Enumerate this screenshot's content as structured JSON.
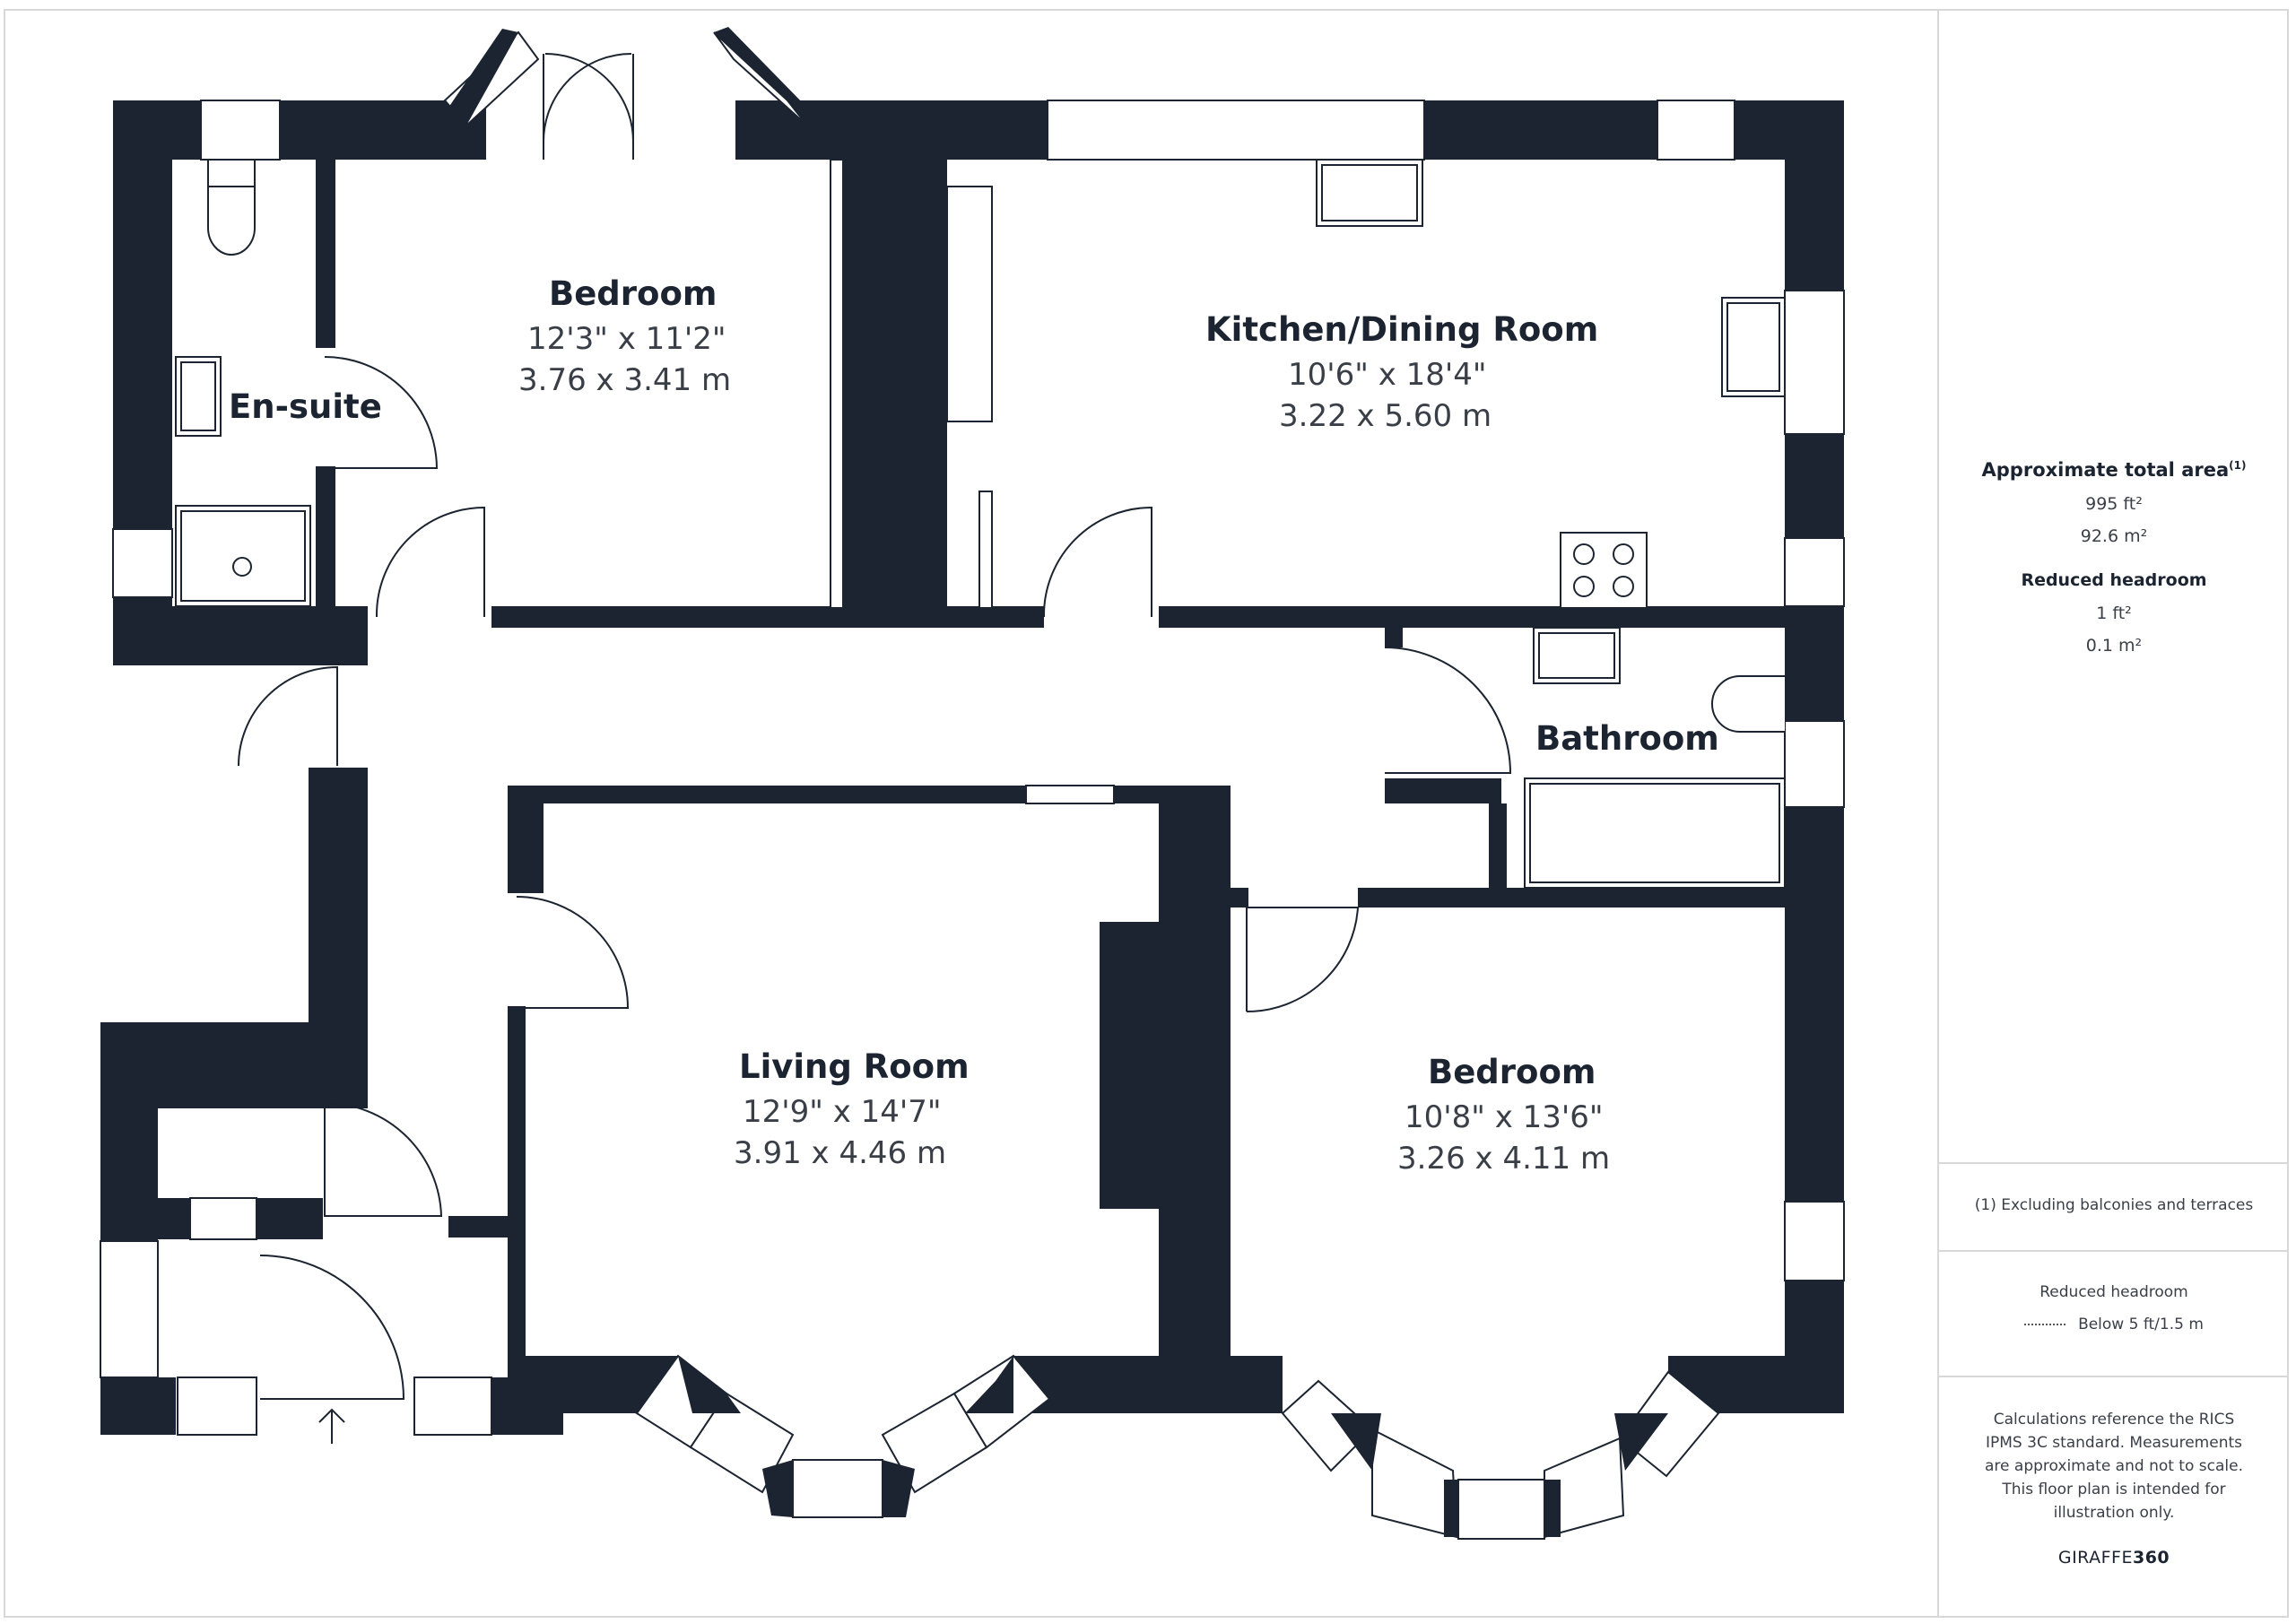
{
  "rooms": {
    "ensuite": {
      "name": "En-suite"
    },
    "bedroom1": {
      "name": "Bedroom",
      "dim_imperial": "12'3\" x 11'2\"",
      "dim_metric": "3.76 x 3.41 m"
    },
    "kitchen": {
      "name": "Kitchen/Dining Room",
      "dim_imperial": "10'6\" x 18'4\"",
      "dim_metric": "3.22 x 5.60 m"
    },
    "bathroom": {
      "name": "Bathroom"
    },
    "living": {
      "name": "Living Room",
      "dim_imperial": "12'9\" x 14'7\"",
      "dim_metric": "3.91 x 4.46 m"
    },
    "bedroom2": {
      "name": "Bedroom",
      "dim_imperial": "10'8\" x 13'6\"",
      "dim_metric": "3.26 x 4.11 m"
    }
  },
  "sidebar": {
    "total_area_title": "Approximate total area",
    "total_area_note_mark": "(1)",
    "total_area_ft": "995 ft²",
    "total_area_m": "92.6 m²",
    "reduced_headroom_title": "Reduced headroom",
    "reduced_headroom_ft": "1 ft²",
    "reduced_headroom_m": "0.1 m²",
    "footnote": "(1) Excluding balconies and terraces",
    "legend_title": "Reduced headroom",
    "legend_label": "Below 5 ft/1.5 m",
    "disclaimer": "Calculations reference the RICS IPMS 3C standard. Measurements are approximate and not to scale. This floor plan is intended for illustration only.",
    "brand_light": "GIRAFFE",
    "brand_bold": "360"
  },
  "colors": {
    "wall": "#1b2430",
    "line": "#1b2430",
    "window": "#ffffff",
    "divider": "#d8d8d8"
  }
}
